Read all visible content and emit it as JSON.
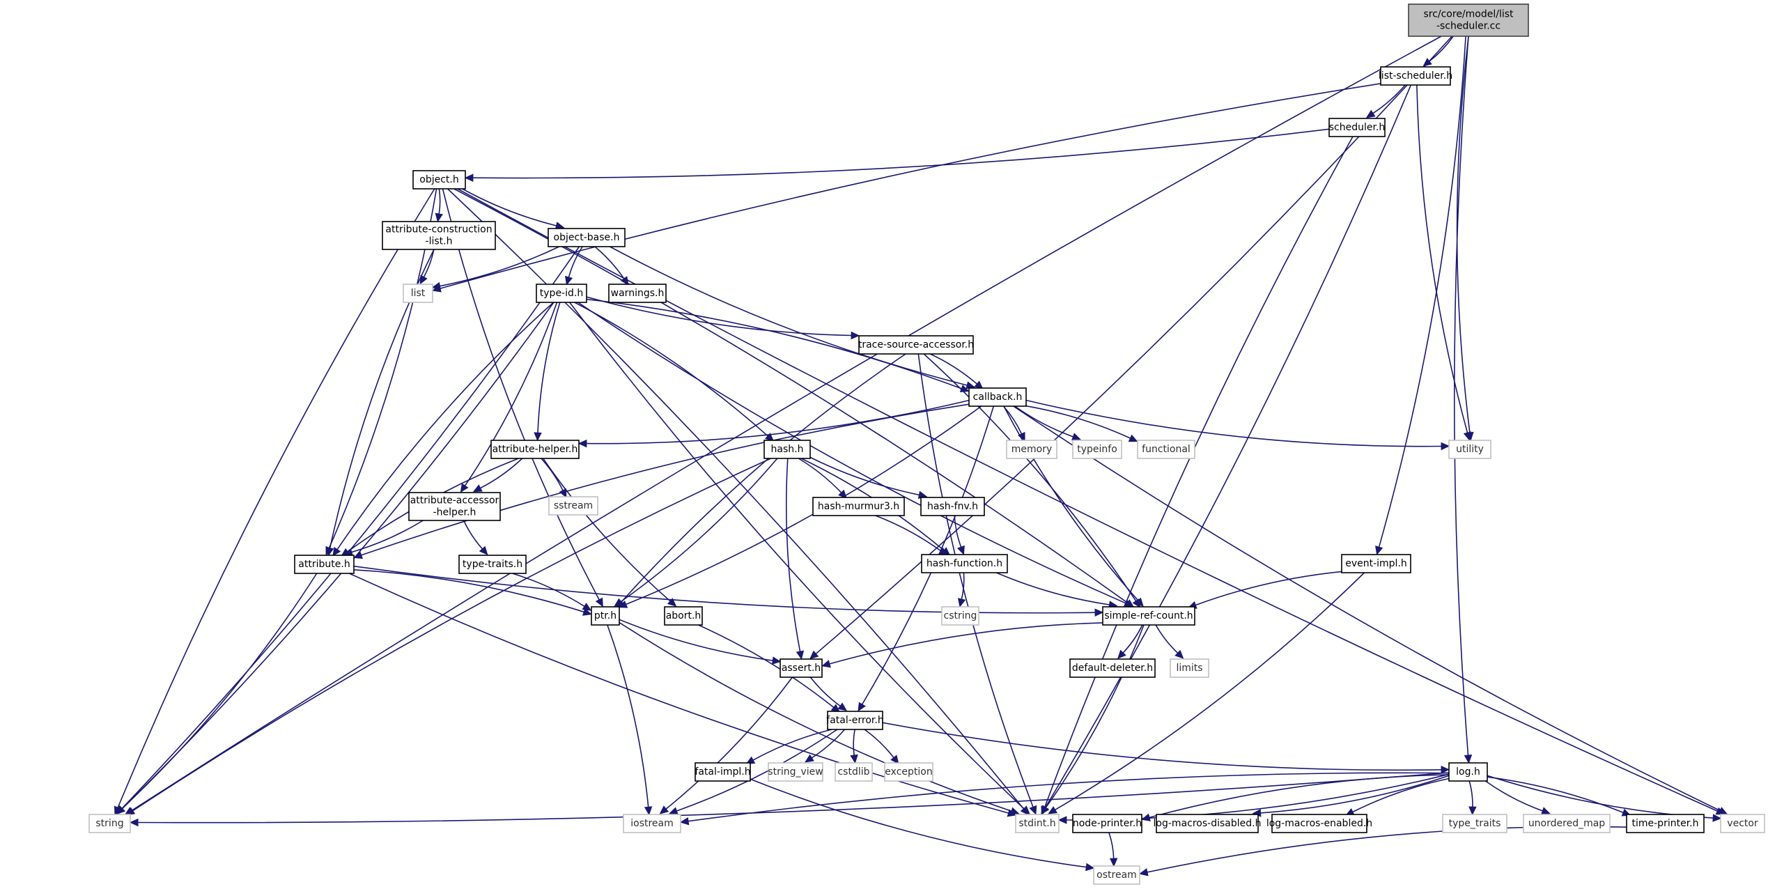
{
  "title": "Include dependency graph for src/core/model/list-scheduler.cc",
  "colors": {
    "edge": "#191970",
    "root_fill": "#bfbfbf",
    "internal_border": "#000000",
    "external_border": "#bfbfbf"
  },
  "nodes": [
    {
      "id": "root",
      "label": [
        "src/core/model/list",
        "-scheduler.cc"
      ],
      "kind": "root"
    },
    {
      "id": "list-scheduler.h",
      "label": [
        "list-scheduler.h"
      ],
      "kind": "internal"
    },
    {
      "id": "scheduler.h",
      "label": [
        "scheduler.h"
      ],
      "kind": "internal"
    },
    {
      "id": "object.h",
      "label": [
        "object.h"
      ],
      "kind": "internal"
    },
    {
      "id": "attribute-construction-list.h",
      "label": [
        "attribute-construction",
        "-list.h"
      ],
      "kind": "internal"
    },
    {
      "id": "object-base.h",
      "label": [
        "object-base.h"
      ],
      "kind": "internal"
    },
    {
      "id": "list",
      "label": [
        "list"
      ],
      "kind": "external"
    },
    {
      "id": "type-id.h",
      "label": [
        "type-id.h"
      ],
      "kind": "internal"
    },
    {
      "id": "warnings.h",
      "label": [
        "warnings.h"
      ],
      "kind": "internal"
    },
    {
      "id": "trace-source-accessor.h",
      "label": [
        "trace-source-accessor.h"
      ],
      "kind": "internal"
    },
    {
      "id": "callback.h",
      "label": [
        "callback.h"
      ],
      "kind": "internal"
    },
    {
      "id": "memory",
      "label": [
        "memory"
      ],
      "kind": "external"
    },
    {
      "id": "typeinfo",
      "label": [
        "typeinfo"
      ],
      "kind": "external"
    },
    {
      "id": "functional",
      "label": [
        "functional"
      ],
      "kind": "external"
    },
    {
      "id": "utility",
      "label": [
        "utility"
      ],
      "kind": "external"
    },
    {
      "id": "attribute-helper.h",
      "label": [
        "attribute-helper.h"
      ],
      "kind": "internal"
    },
    {
      "id": "hash.h",
      "label": [
        "hash.h"
      ],
      "kind": "internal"
    },
    {
      "id": "sstream",
      "label": [
        "sstream"
      ],
      "kind": "external"
    },
    {
      "id": "attribute-accessor-helper.h",
      "label": [
        "attribute-accessor",
        "-helper.h"
      ],
      "kind": "internal"
    },
    {
      "id": "hash-murmur3.h",
      "label": [
        "hash-murmur3.h"
      ],
      "kind": "internal"
    },
    {
      "id": "hash-fnv.h",
      "label": [
        "hash-fnv.h"
      ],
      "kind": "internal"
    },
    {
      "id": "attribute.h",
      "label": [
        "attribute.h"
      ],
      "kind": "internal"
    },
    {
      "id": "type-traits.h",
      "label": [
        "type-traits.h"
      ],
      "kind": "internal"
    },
    {
      "id": "hash-function.h",
      "label": [
        "hash-function.h"
      ],
      "kind": "internal"
    },
    {
      "id": "event-impl.h",
      "label": [
        "event-impl.h"
      ],
      "kind": "internal"
    },
    {
      "id": "ptr.h",
      "label": [
        "ptr.h"
      ],
      "kind": "internal"
    },
    {
      "id": "abort.h",
      "label": [
        "abort.h"
      ],
      "kind": "internal"
    },
    {
      "id": "cstring",
      "label": [
        "cstring"
      ],
      "kind": "external"
    },
    {
      "id": "simple-ref-count.h",
      "label": [
        "simple-ref-count.h"
      ],
      "kind": "internal"
    },
    {
      "id": "assert.h",
      "label": [
        "assert.h"
      ],
      "kind": "internal"
    },
    {
      "id": "default-deleter.h",
      "label": [
        "default-deleter.h"
      ],
      "kind": "internal"
    },
    {
      "id": "limits",
      "label": [
        "limits"
      ],
      "kind": "external"
    },
    {
      "id": "fatal-error.h",
      "label": [
        "fatal-error.h"
      ],
      "kind": "internal"
    },
    {
      "id": "fatal-impl.h",
      "label": [
        "fatal-impl.h"
      ],
      "kind": "internal"
    },
    {
      "id": "string_view",
      "label": [
        "string_view"
      ],
      "kind": "external"
    },
    {
      "id": "cstdlib",
      "label": [
        "cstdlib"
      ],
      "kind": "external"
    },
    {
      "id": "exception",
      "label": [
        "exception"
      ],
      "kind": "external"
    },
    {
      "id": "log.h",
      "label": [
        "log.h"
      ],
      "kind": "internal"
    },
    {
      "id": "string",
      "label": [
        "string"
      ],
      "kind": "external"
    },
    {
      "id": "iostream",
      "label": [
        "iostream"
      ],
      "kind": "external"
    },
    {
      "id": "stdint.h",
      "label": [
        "stdint.h"
      ],
      "kind": "external"
    },
    {
      "id": "node-printer.h",
      "label": [
        "node-printer.h"
      ],
      "kind": "internal"
    },
    {
      "id": "log-macros-disabled.h",
      "label": [
        "log-macros-disabled.h"
      ],
      "kind": "internal"
    },
    {
      "id": "log-macros-enabled.h",
      "label": [
        "log-macros-enabled.h"
      ],
      "kind": "internal"
    },
    {
      "id": "type_traits",
      "label": [
        "type_traits"
      ],
      "kind": "external"
    },
    {
      "id": "unordered_map",
      "label": [
        "unordered_map"
      ],
      "kind": "external"
    },
    {
      "id": "time-printer.h",
      "label": [
        "time-printer.h"
      ],
      "kind": "internal"
    },
    {
      "id": "vector",
      "label": [
        "vector"
      ],
      "kind": "external"
    },
    {
      "id": "ostream",
      "label": [
        "ostream"
      ],
      "kind": "external"
    }
  ],
  "edges": [
    [
      "root",
      "list-scheduler.h"
    ],
    [
      "root",
      "string"
    ],
    [
      "root",
      "assert.h"
    ],
    [
      "root",
      "utility"
    ],
    [
      "root",
      "event-impl.h"
    ],
    [
      "root",
      "log.h"
    ],
    [
      "list-scheduler.h",
      "scheduler.h"
    ],
    [
      "list-scheduler.h",
      "list"
    ],
    [
      "list-scheduler.h",
      "stdint.h"
    ],
    [
      "list-scheduler.h",
      "utility"
    ],
    [
      "scheduler.h",
      "object.h"
    ],
    [
      "scheduler.h",
      "stdint.h"
    ],
    [
      "object.h",
      "attribute-construction-list.h"
    ],
    [
      "object.h",
      "object-base.h"
    ],
    [
      "object.h",
      "attribute.h"
    ],
    [
      "object.h",
      "ptr.h"
    ],
    [
      "object.h",
      "simple-ref-count.h"
    ],
    [
      "object.h",
      "string"
    ],
    [
      "object.h",
      "stdint.h"
    ],
    [
      "object.h",
      "vector"
    ],
    [
      "attribute-construction-list.h",
      "list"
    ],
    [
      "attribute-construction-list.h",
      "attribute.h"
    ],
    [
      "object-base.h",
      "list"
    ],
    [
      "object-base.h",
      "type-id.h"
    ],
    [
      "object-base.h",
      "warnings.h"
    ],
    [
      "object-base.h",
      "callback.h"
    ],
    [
      "object-base.h",
      "string"
    ],
    [
      "type-id.h",
      "trace-source-accessor.h"
    ],
    [
      "type-id.h",
      "callback.h"
    ],
    [
      "type-id.h",
      "attribute-helper.h"
    ],
    [
      "type-id.h",
      "attribute-accessor-helper.h"
    ],
    [
      "type-id.h",
      "attribute.h"
    ],
    [
      "type-id.h",
      "hash.h"
    ],
    [
      "type-id.h",
      "simple-ref-count.h"
    ],
    [
      "type-id.h",
      "string"
    ],
    [
      "type-id.h",
      "stdint.h"
    ],
    [
      "trace-source-accessor.h",
      "callback.h"
    ],
    [
      "trace-source-accessor.h",
      "ptr.h"
    ],
    [
      "trace-source-accessor.h",
      "simple-ref-count.h"
    ],
    [
      "trace-source-accessor.h",
      "stdint.h"
    ],
    [
      "callback.h",
      "memory"
    ],
    [
      "callback.h",
      "typeinfo"
    ],
    [
      "callback.h",
      "functional"
    ],
    [
      "callback.h",
      "utility"
    ],
    [
      "callback.h",
      "attribute-helper.h"
    ],
    [
      "callback.h",
      "attribute.h"
    ],
    [
      "callback.h",
      "ptr.h"
    ],
    [
      "callback.h",
      "simple-ref-count.h"
    ],
    [
      "callback.h",
      "fatal-error.h"
    ],
    [
      "callback.h",
      "vector"
    ],
    [
      "attribute-helper.h",
      "attribute-accessor-helper.h"
    ],
    [
      "attribute-helper.h",
      "attribute.h"
    ],
    [
      "attribute-helper.h",
      "sstream"
    ],
    [
      "attribute-helper.h",
      "abort.h"
    ],
    [
      "attribute-accessor-helper.h",
      "attribute.h"
    ],
    [
      "attribute-accessor-helper.h",
      "type-traits.h"
    ],
    [
      "hash.h",
      "hash-murmur3.h"
    ],
    [
      "hash.h",
      "hash-fnv.h"
    ],
    [
      "hash.h",
      "hash-function.h"
    ],
    [
      "hash.h",
      "assert.h"
    ],
    [
      "hash.h",
      "ptr.h"
    ],
    [
      "hash.h",
      "string"
    ],
    [
      "hash-murmur3.h",
      "hash-function.h"
    ],
    [
      "hash-fnv.h",
      "hash-function.h"
    ],
    [
      "hash-function.h",
      "cstring"
    ],
    [
      "hash-function.h",
      "simple-ref-count.h"
    ],
    [
      "attribute.h",
      "ptr.h"
    ],
    [
      "attribute.h",
      "simple-ref-count.h"
    ],
    [
      "attribute.h",
      "string"
    ],
    [
      "attribute.h",
      "stdint.h"
    ],
    [
      "type-traits.h",
      "ptr.h"
    ],
    [
      "ptr.h",
      "assert.h"
    ],
    [
      "ptr.h",
      "iostream"
    ],
    [
      "ptr.h",
      "stdint.h"
    ],
    [
      "abort.h",
      "fatal-error.h"
    ],
    [
      "simple-ref-count.h",
      "assert.h"
    ],
    [
      "simple-ref-count.h",
      "default-deleter.h"
    ],
    [
      "simple-ref-count.h",
      "limits"
    ],
    [
      "simple-ref-count.h",
      "stdint.h"
    ],
    [
      "event-impl.h",
      "simple-ref-count.h"
    ],
    [
      "event-impl.h",
      "stdint.h"
    ],
    [
      "assert.h",
      "fatal-error.h"
    ],
    [
      "assert.h",
      "iostream"
    ],
    [
      "fatal-error.h",
      "fatal-impl.h"
    ],
    [
      "fatal-error.h",
      "string_view"
    ],
    [
      "fatal-error.h",
      "cstdlib"
    ],
    [
      "fatal-error.h",
      "exception"
    ],
    [
      "fatal-error.h",
      "log.h"
    ],
    [
      "fatal-error.h",
      "iostream"
    ],
    [
      "fatal-impl.h",
      "ostream"
    ],
    [
      "log.h",
      "string"
    ],
    [
      "log.h",
      "iostream"
    ],
    [
      "log.h",
      "stdint.h"
    ],
    [
      "log.h",
      "node-printer.h"
    ],
    [
      "log.h",
      "log-macros-disabled.h"
    ],
    [
      "log.h",
      "log-macros-enabled.h"
    ],
    [
      "log.h",
      "type_traits"
    ],
    [
      "log.h",
      "unordered_map"
    ],
    [
      "log.h",
      "time-printer.h"
    ],
    [
      "log.h",
      "vector"
    ],
    [
      "node-printer.h",
      "ostream"
    ],
    [
      "time-printer.h",
      "ostream"
    ]
  ]
}
